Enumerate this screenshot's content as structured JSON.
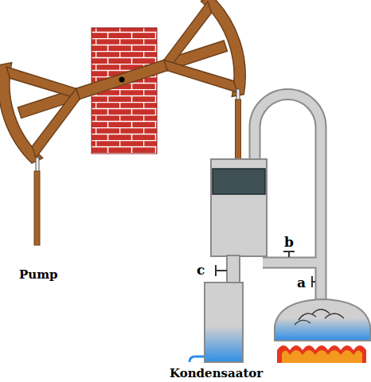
{
  "diagram": {
    "labels": [
      "Pump",
      "c",
      "b",
      "a",
      "Kondensaator"
    ]
  }
}
